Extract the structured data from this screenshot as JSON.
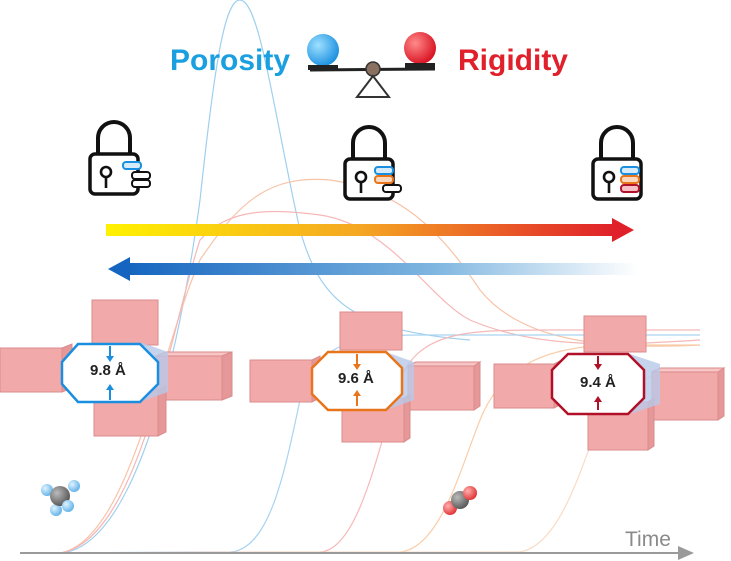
{
  "title_left": "Porosity",
  "title_right": "Rigidity",
  "pores": [
    {
      "label": "9.8 Å",
      "color": "#1a8fe0"
    },
    {
      "label": "9.6 Å",
      "color": "#e8741c"
    },
    {
      "label": "9.4 Å",
      "color": "#b01028"
    }
  ],
  "axis_label": "Time",
  "colors": {
    "porosity": "#1aa0e0",
    "rigidity": "#e0202a",
    "block": "#f2a9a9",
    "arrow_forward": [
      "#ffe600",
      "#f5a623",
      "#e0202a"
    ],
    "arrow_backward": [
      "#1565c0",
      "#ffffff"
    ]
  },
  "icons": [
    "balance-scale-icon",
    "padlock-icon",
    "methane-molecule-icon",
    "co2-molecule-icon"
  ]
}
